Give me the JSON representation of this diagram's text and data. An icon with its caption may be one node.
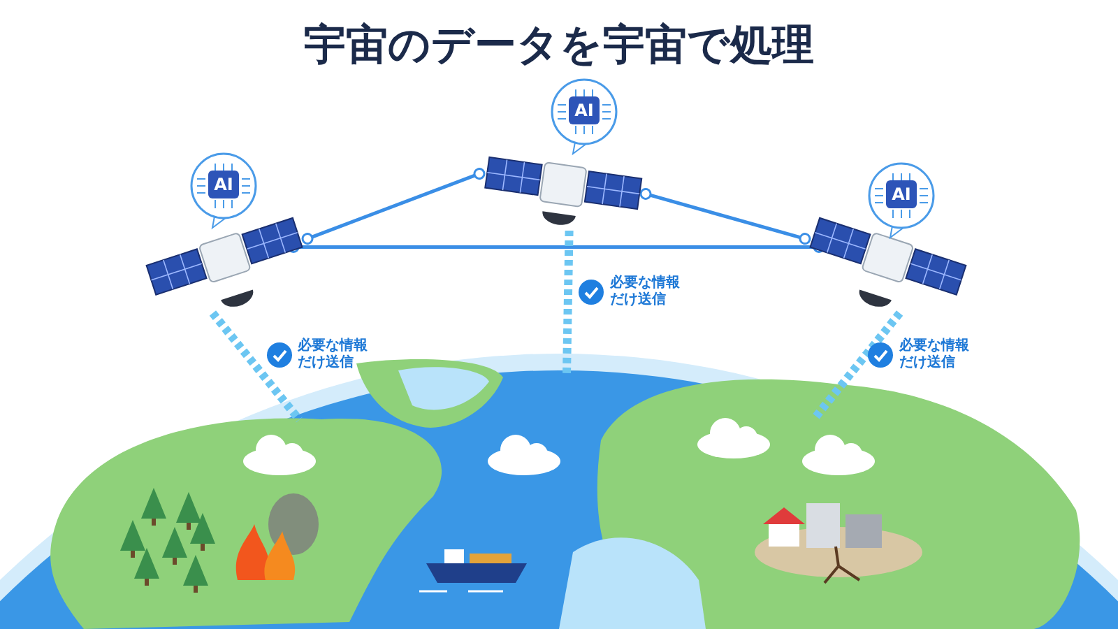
{
  "diagram": {
    "title": "宇宙のデータを宇宙で処理",
    "nodes": [
      {
        "text": [],
        "shape": "picture"
      },
      {
        "text": [],
        "shape": "picture"
      },
      {
        "text": [],
        "shape": "picture"
      },
      {
        "text": [],
        "shape": "picture"
      },
      {
        "text": [
          "AI"
        ]
      },
      {
        "text": [
          "AI"
        ]
      },
      {
        "text": [
          "AI"
        ]
      }
    ],
    "edges": [
      {
        "from": 1,
        "to": 2,
        "arrow": "other"
      },
      {
        "from": 2,
        "to": 3,
        "arrow": "other"
      },
      {
        "from": 1,
        "to": 3,
        "arrow": "other"
      },
      {
        "from": 1,
        "to": 0,
        "arrow": "none",
        "style": "dashed",
        "color": "#6cc6f2",
        "label": "必要な情報だけ送信"
      },
      {
        "from": 2,
        "to": 0,
        "arrow": "none",
        "style": "dashed",
        "color": "#6cc6f2",
        "label": "必要な情報だけ送信"
      },
      {
        "from": 3,
        "to": 0,
        "arrow": "none",
        "style": "dashed",
        "color": "#6cc6f2",
        "label": "必要な情報だけ送信"
      }
    ]
  }
}
